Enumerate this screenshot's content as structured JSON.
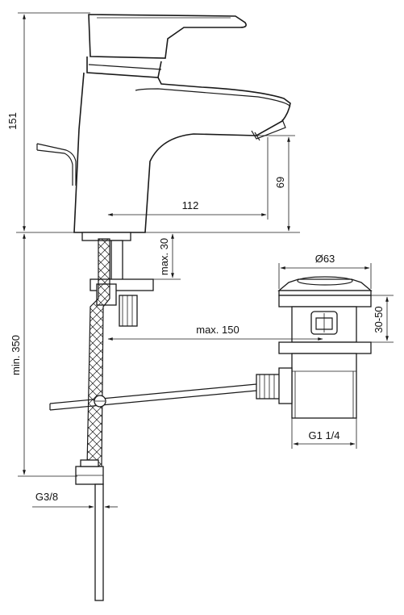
{
  "dimensions": {
    "total_height": "151",
    "aerator_height": "69",
    "spout_reach": "112",
    "max_deck_thickness": "max. 30",
    "min_hose_length": "min. 350",
    "max_rod_length": "max. 150",
    "waste_diameter": "Ø63",
    "waste_deck_range": "30-50",
    "waste_thread": "G1 1/4",
    "inlet_thread": "G3/8"
  }
}
